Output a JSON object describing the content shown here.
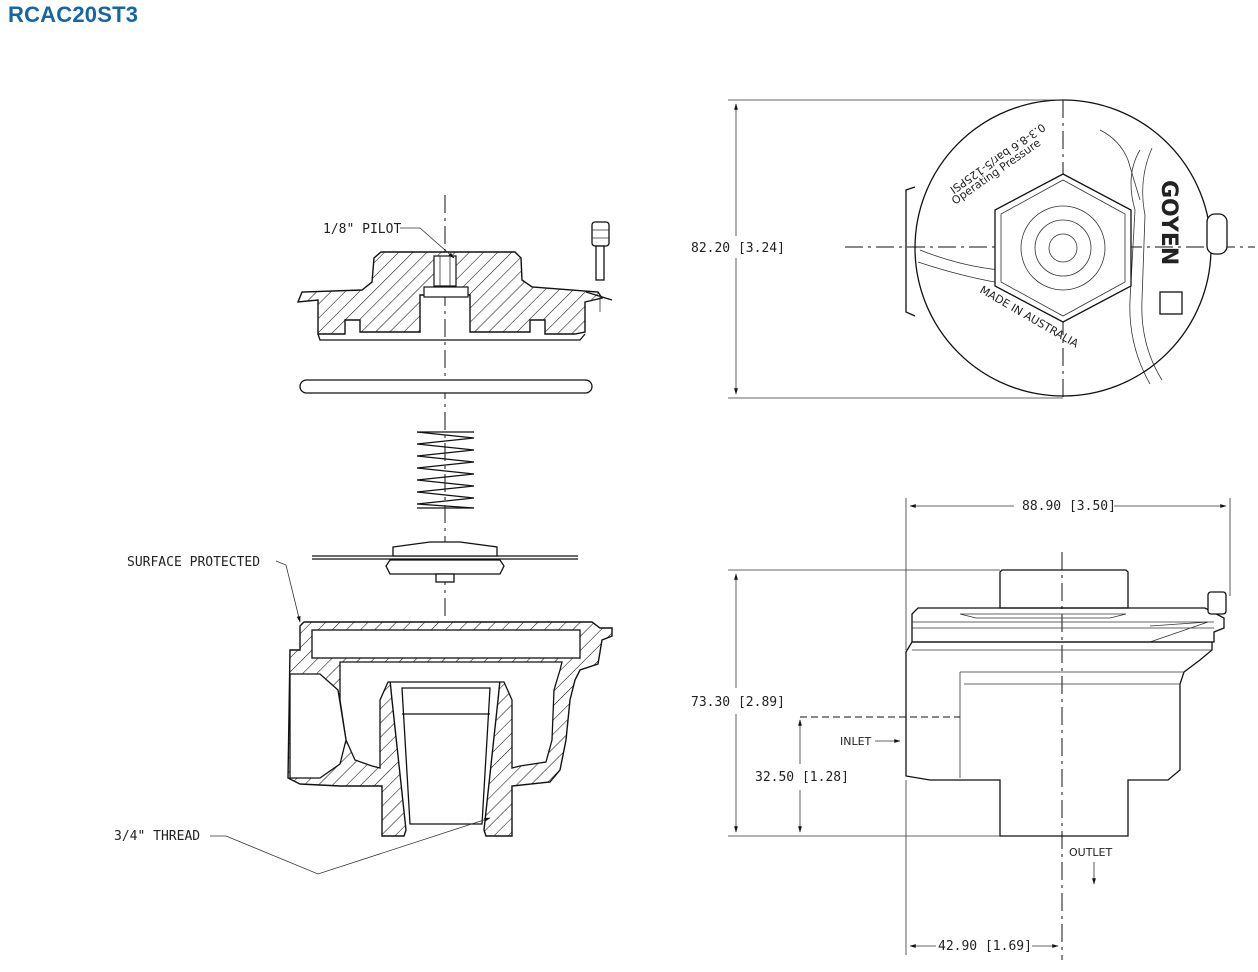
{
  "title": "RCAC20ST3",
  "labels": {
    "pilot": "1/8\" PILOT",
    "surface_protected": "SURFACE PROTECTED",
    "thread": "3/4\" THREAD",
    "inlet": "INLET",
    "outlet": "OUTLET"
  },
  "dimensions": {
    "height_top_view": "82.20 [3.24]",
    "width_side_view": "88.90 [3.50]",
    "total_height": "73.30 [2.89]",
    "inlet_height": "32.50 [1.28]",
    "outlet_offset": "42.90 [1.69]"
  },
  "cover_text": {
    "operating_pressure": "Operating Pressure",
    "pressure_range": "0.3-8.6 bar/5-125PSI",
    "made_in": "MADE IN AUSTRALIA",
    "brand": "GOYEN"
  }
}
